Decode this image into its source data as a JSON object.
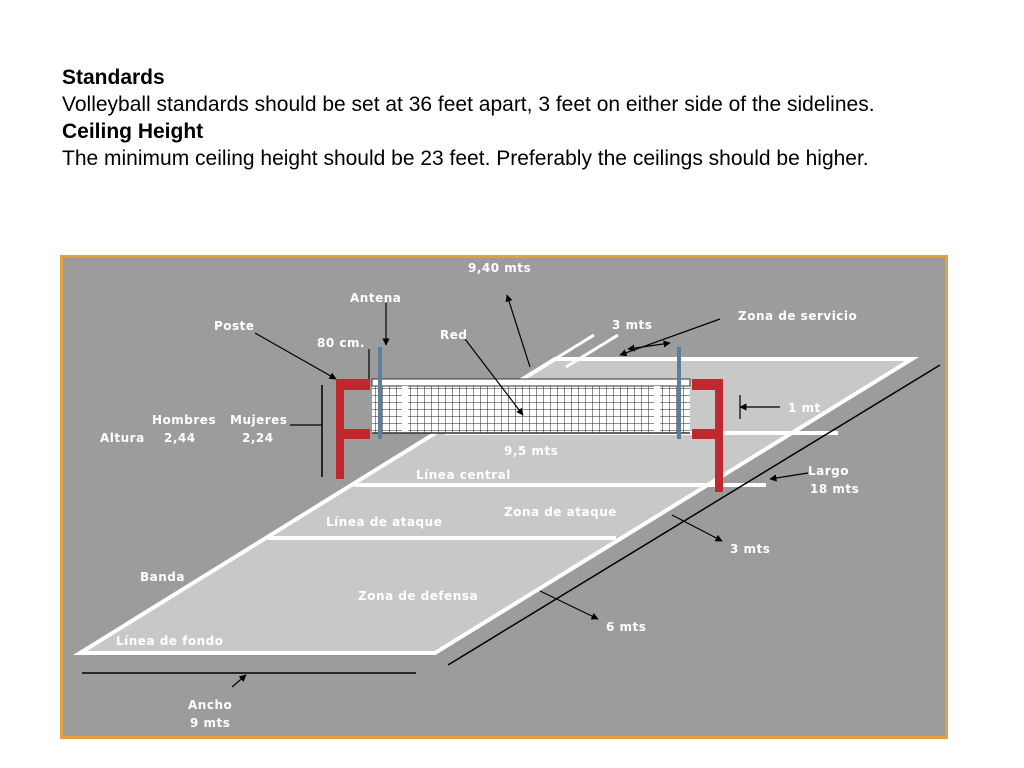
{
  "slide": {
    "heading_standards": "Standards",
    "text_standards": "Volleyball standards should be set at 36 feet apart, 3 feet on either side of the sidelines.",
    "heading_ceiling": "Ceiling Height",
    "text_ceiling": "The minimum ceiling height should be 23 feet. Preferably the ceilings should be higher."
  },
  "diagram": {
    "colors": {
      "background": "#9c9c9c",
      "border": "#e0a040",
      "court": "#c8c8c8",
      "lines": "#ffffff",
      "post": "#c0282d",
      "antenna": "#5a7f9a"
    },
    "labels": {
      "width_total": "9,40 mts",
      "antenna": "Antena",
      "post": "Poste",
      "antenna_height": "80 cm.",
      "net": "Red",
      "service_width": "3 mts",
      "service_zone": "Zona de servicio",
      "one_meter": "1 mt",
      "men": "Hombres",
      "women": "Mujeres",
      "height": "Altura",
      "men_height": "2,44",
      "women_height": "2,24",
      "net_length": "9,5 mts",
      "center_line": "Línea central",
      "length": "Largo",
      "length_value": "18 mts",
      "attack_line": "Línea de ataque",
      "attack_zone": "Zona de ataque",
      "attack_depth": "3 mts",
      "sideline": "Banda",
      "defense_zone": "Zona de defensa",
      "defense_depth": "6 mts",
      "end_line": "Línea de fondo",
      "width": "Ancho",
      "width_value": "9 mts"
    }
  }
}
